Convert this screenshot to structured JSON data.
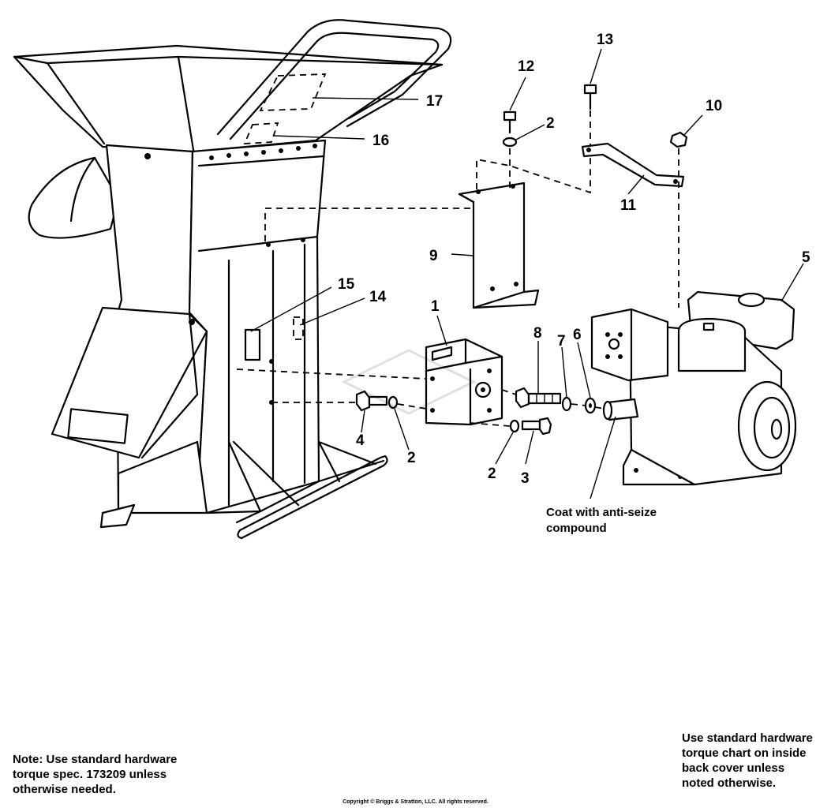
{
  "callouts": [
    {
      "id": "1",
      "text": "1"
    },
    {
      "id": "2a",
      "text": "2"
    },
    {
      "id": "2b",
      "text": "2"
    },
    {
      "id": "2c",
      "text": "2"
    },
    {
      "id": "3",
      "text": "3"
    },
    {
      "id": "4",
      "text": "4"
    },
    {
      "id": "5",
      "text": "5"
    },
    {
      "id": "6",
      "text": "6"
    },
    {
      "id": "7",
      "text": "7"
    },
    {
      "id": "8",
      "text": "8"
    },
    {
      "id": "9",
      "text": "9"
    },
    {
      "id": "10",
      "text": "10"
    },
    {
      "id": "11",
      "text": "11"
    },
    {
      "id": "12",
      "text": "12"
    },
    {
      "id": "13",
      "text": "13"
    },
    {
      "id": "14",
      "text": "14"
    },
    {
      "id": "15",
      "text": "15"
    },
    {
      "id": "16",
      "text": "16"
    },
    {
      "id": "17",
      "text": "17"
    }
  ],
  "annotation": {
    "line1": "Coat with anti-seize",
    "line2": "compound"
  },
  "notes": {
    "left": [
      "Note: Use standard hardware",
      "torque spec. 173209 unless",
      "otherwise needed."
    ],
    "right": [
      "Use standard hardware",
      "torque chart on inside",
      "back cover unless",
      "noted otherwise."
    ]
  },
  "copyright": "Copyright © Briggs & Stratton, LLC. All rights reserved."
}
